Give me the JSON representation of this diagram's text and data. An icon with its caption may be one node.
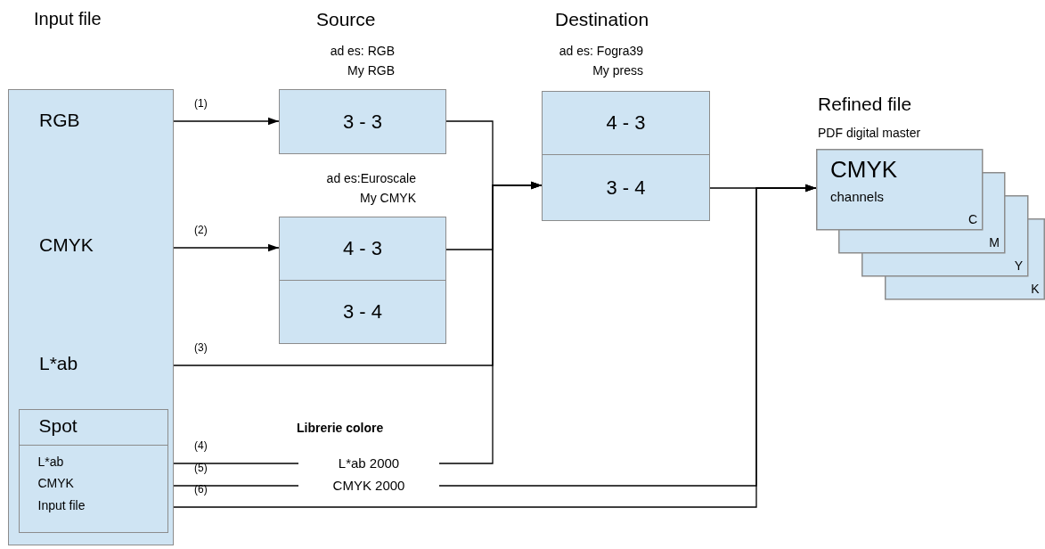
{
  "diagram": {
    "nodes": [
      {
        "text": [
          "Input file",
          "RGB",
          "CMYK",
          "L*ab"
        ]
      },
      {
        "text": [
          "Spot",
          "L*ab",
          "CMYK",
          "Input file"
        ],
        "in": 0
      },
      {
        "text": [
          "3 - 3"
        ],
        "beside": [
          "ad es: RGB My RGB"
        ]
      },
      {
        "text": [
          "4 - 3"
        ],
        "beside": [
          "ad es:Euroscale My CMYK"
        ]
      },
      {
        "text": [
          "3 - 4"
        ]
      },
      {
        "text": [
          "4 - 3"
        ],
        "beside": [
          "ad es: Fogra39 My press"
        ]
      },
      {
        "text": [
          "3 - 4"
        ]
      },
      {
        "text": [
          "CMYK",
          "channels",
          "C",
          "M",
          "Y",
          "K"
        ],
        "beside": [
          "Refined file",
          "PDF digital master"
        ]
      },
      {
        "text": [
          "L*ab 2000"
        ]
      },
      {
        "text": [
          "CMYK 2000"
        ]
      }
    ],
    "edges": [
      {
        "from": 0,
        "to": 2,
        "arrow": "to",
        "label": "(1)"
      },
      {
        "from": 0,
        "to": 3,
        "arrow": "to",
        "label": "(2)"
      },
      {
        "from": 2,
        "to": 6,
        "arrow": "to"
      },
      {
        "from": 3,
        "to": 6,
        "arrow": "to"
      },
      {
        "from": 0,
        "to": 6,
        "arrow": "to",
        "label": "(3)"
      },
      {
        "from": 1,
        "to": 8,
        "arrow": "none",
        "label": "(4)"
      },
      {
        "from": 8,
        "to": 6,
        "arrow": "to"
      },
      {
        "from": 1,
        "to": 9,
        "arrow": "none",
        "label": "(5)"
      },
      {
        "from": 9,
        "to": 7,
        "arrow": "to"
      },
      {
        "from": 1,
        "to": 7,
        "arrow": "to",
        "label": "(6)"
      },
      {
        "from": 6,
        "to": 7,
        "arrow": "to"
      }
    ],
    "labels": [
      "Source",
      "Destination",
      "Librerie colore"
    ]
  }
}
